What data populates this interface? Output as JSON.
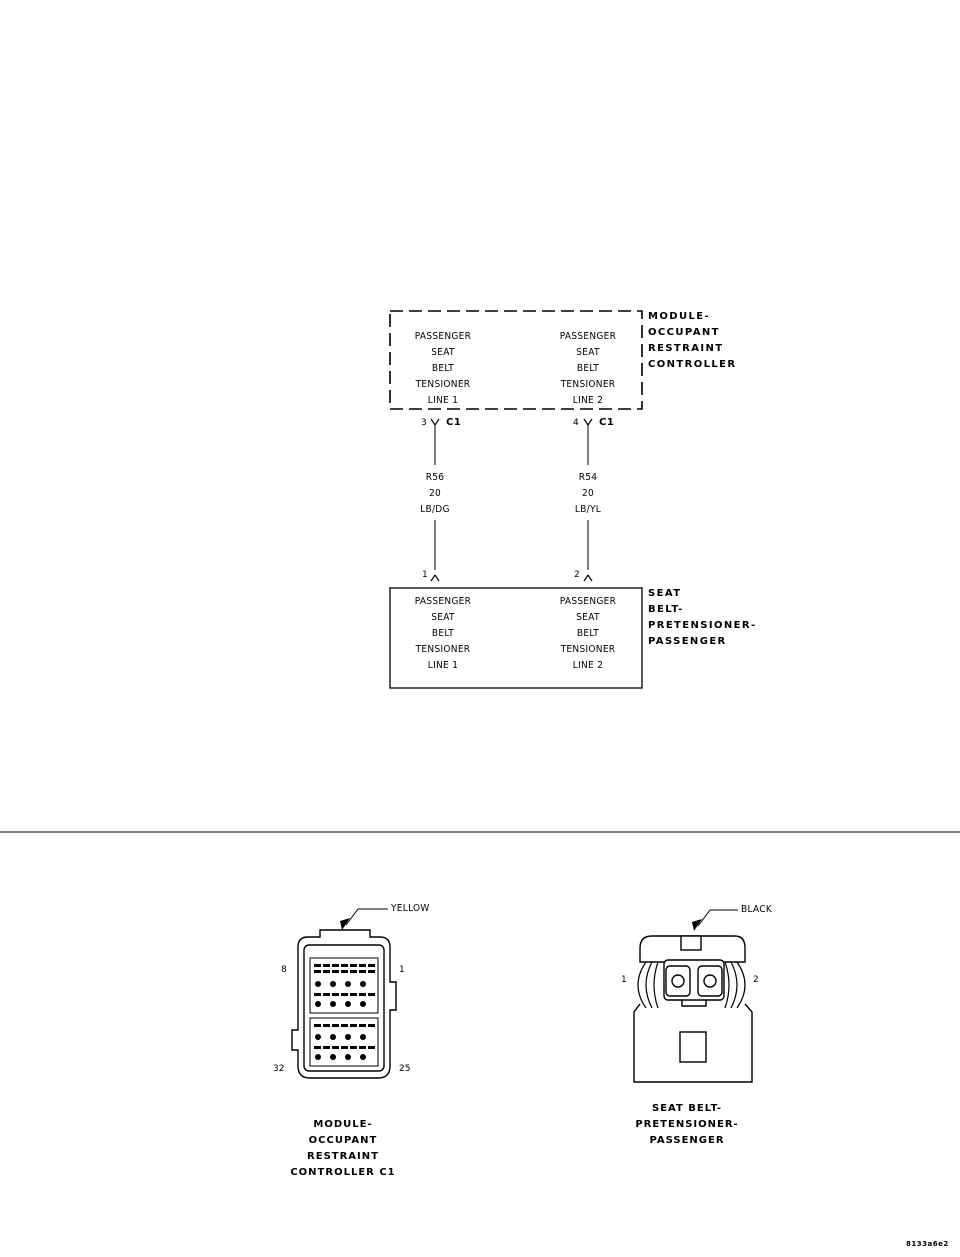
{
  "module_box": {
    "label": [
      "MODULE-",
      "OCCUPANT",
      "RESTRAINT",
      "CONTROLLER"
    ],
    "col1": [
      "PASSENGER",
      "SEAT",
      "BELT",
      "TENSIONER",
      "LINE 1"
    ],
    "col2": [
      "PASSENGER",
      "SEAT",
      "BELT",
      "TENSIONER",
      "LINE 2"
    ],
    "pin_left": "3",
    "pin_right": "4",
    "connector": "C1"
  },
  "wires": [
    {
      "circuit": "R56",
      "gauge": "20",
      "color": "LB/DG"
    },
    {
      "circuit": "R54",
      "gauge": "20",
      "color": "LB/YL"
    }
  ],
  "seatbelt_box": {
    "label": [
      "SEAT",
      "BELT-",
      "PRETENSIONER-",
      "PASSENGER"
    ],
    "col1": [
      "PASSENGER",
      "SEAT",
      "BELT",
      "TENSIONER",
      "LINE 1"
    ],
    "col2": [
      "PASSENGER",
      "SEAT",
      "BELT",
      "TENSIONER",
      "LINE 2"
    ],
    "pin_left": "1",
    "pin_right": "2"
  },
  "connector_left": {
    "color": "YELLOW",
    "pin_tl": "8",
    "pin_tr": "1",
    "pin_bl": "32",
    "pin_br": "25",
    "caption": [
      "MODULE-",
      "OCCUPANT",
      "RESTRAINT",
      "CONTROLLER C1"
    ]
  },
  "connector_right": {
    "color": "BLACK",
    "pin_l": "1",
    "pin_r": "2",
    "caption": [
      "SEAT BELT-",
      "PRETENSIONER-",
      "PASSENGER"
    ]
  },
  "figure_id": "8133a6e2"
}
